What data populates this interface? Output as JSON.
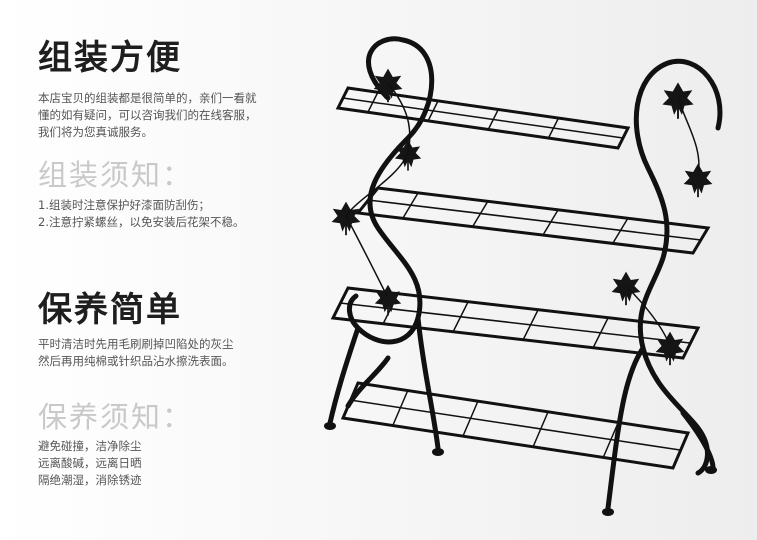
{
  "sections": [
    {
      "title": "组装方便",
      "lines": [
        "本店宝贝的组装都是很简单的，亲们一看就",
        "懂的如有疑问，可以咨询我们的在线客服，",
        "我们将为您真诚服务。"
      ]
    },
    {
      "title": "组装须知：",
      "lines": [
        "1.组装时注意保护好漆面防刮伤；",
        "2.注意拧紧螺丝，以免安装后花架不稳。"
      ]
    },
    {
      "title": "保养简单",
      "lines": [
        "平时清洁时先用毛刷刷掉凹陷处的灰尘",
        "然后再用纯棉或针织品沾水擦洗表面。"
      ]
    },
    {
      "title": "保养须知：",
      "lines": [
        "避免碰撞，洁净除尘",
        "远离酸碱，远离日晒",
        "隔绝潮湿，消除锈迹"
      ]
    }
  ],
  "product": {
    "name": "black-iron-four-tier-shelf-with-leaf-decorations",
    "color": "#111111"
  }
}
